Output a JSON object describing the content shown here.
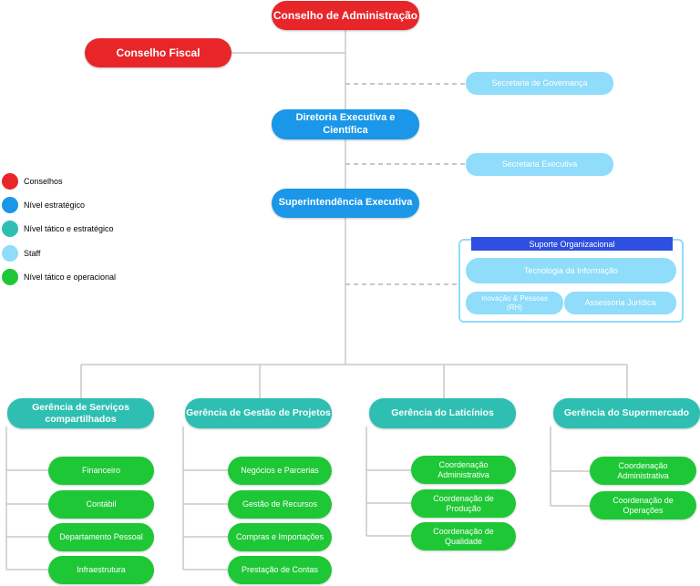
{
  "top": {
    "conselho_adm": "Conselho de Administração",
    "conselho_fiscal": "Conselho Fiscal",
    "secretaria_governanca": "Secretaria de Governança",
    "diretoria": "Diretoria Executiva e Científica",
    "secretaria_executiva": "Secretaria Executiva",
    "superintendencia": "Superintendência Executiva"
  },
  "suporte": {
    "title": "Suporte Organizacional",
    "ti": "Tecnologia da Informação",
    "rh": "Inovação & Pessoas (RH)",
    "juridica": "Assessoria Jurídica"
  },
  "legend": [
    {
      "label": "Conselhos",
      "color": "#e8262a"
    },
    {
      "label": "Nível estratégico",
      "color": "#1a97e8"
    },
    {
      "label": "Nível tático e estratégico",
      "color": "#2ebfb2"
    },
    {
      "label": "Staff",
      "color": "#8fdcfb"
    },
    {
      "label": "Nível tático e operacional",
      "color": "#1ec736"
    }
  ],
  "gerencias": [
    {
      "title": "Gerência de Serviços compartilhados",
      "items": [
        "Financeiro",
        "Contábil",
        "Departamento Pessoal",
        "Infraestrutura"
      ]
    },
    {
      "title": "Gerência de Gestão de Projetos",
      "items": [
        "Negócios e Parcerias",
        "Gestão de Recursos",
        "Compras e Importações",
        "Prestação de Contas"
      ]
    },
    {
      "title": "Gerência do Laticínios",
      "items": [
        "Coordenação Administrativa",
        "Coordenação de Produção",
        "Coordenação de Qualidade"
      ]
    },
    {
      "title": "Gerência do Supermercado",
      "items": [
        "Coordenação Administrativa",
        "Coordenação de Operações"
      ]
    }
  ]
}
